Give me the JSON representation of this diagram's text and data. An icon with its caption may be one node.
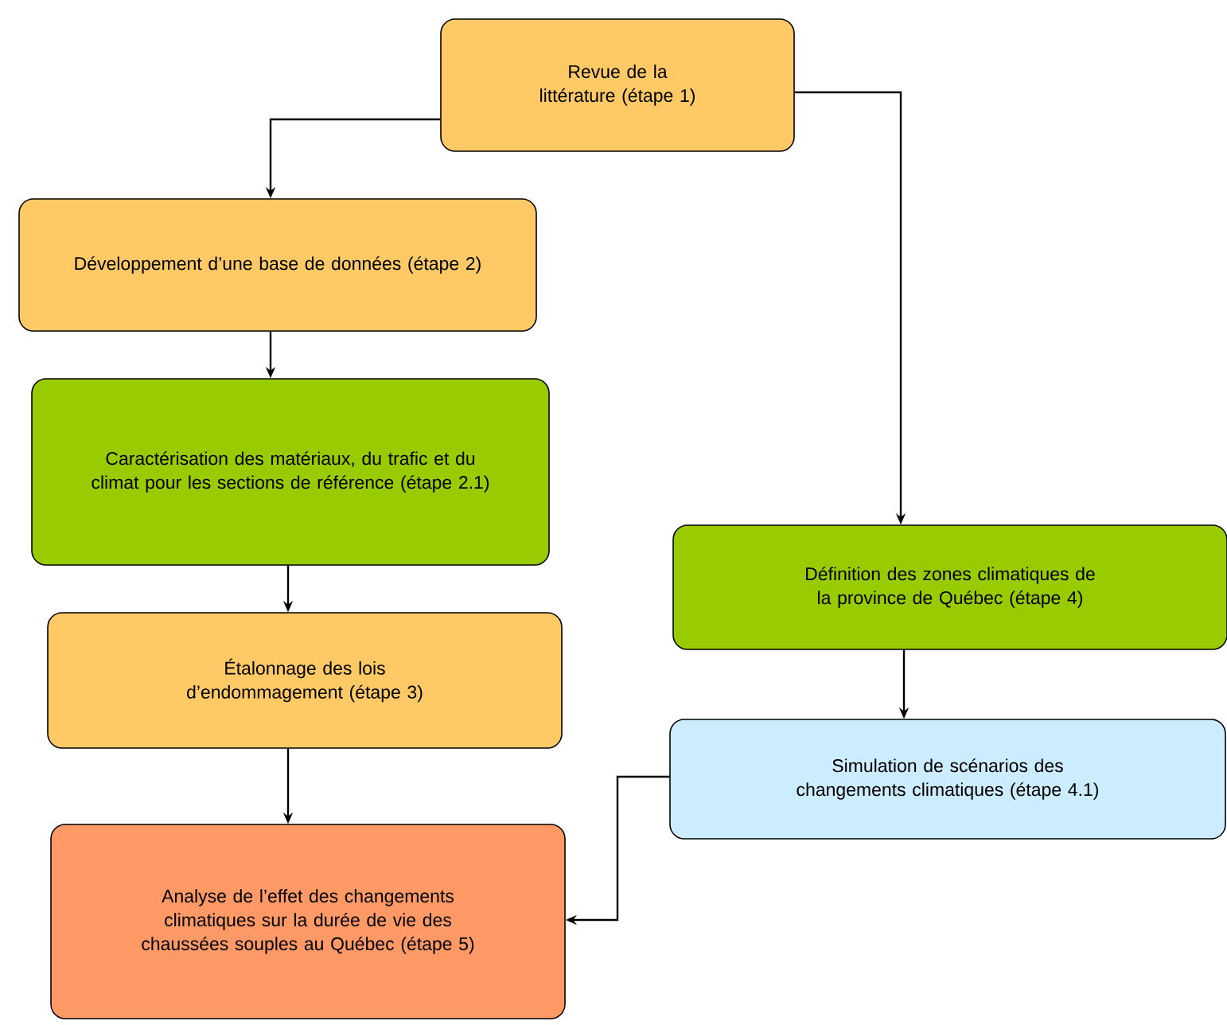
{
  "diagram": {
    "nodes": [
      {
        "text": [
          "Revue de la littérature (étape 1)"
        ]
      },
      {
        "text": [
          "Développement d’une base de données (étape 2)"
        ]
      },
      {
        "text": [
          "Caractérisation des matériaux, du trafic et du climat pour les sections de référence (étape 2.1)"
        ]
      },
      {
        "text": [
          "Étalonnage des lois d’endommagement (étape 3)"
        ]
      },
      {
        "text": [
          "Analyse de l’effet des changements climatiques sur la durée de vie des chaussées souples au Québec (étape 5)"
        ]
      },
      {
        "text": [
          "Définition des zones climatiques de la province de Québec (étape 4)"
        ]
      },
      {
        "text": [
          "Simulation de scénarios des changements climatiques (étape 4.1)"
        ]
      }
    ],
    "edges": [
      {
        "from": 0,
        "to": 1,
        "arrow": "to"
      },
      {
        "from": 0,
        "to": 5,
        "arrow": "to"
      },
      {
        "from": 1,
        "to": 2,
        "arrow": "to"
      },
      {
        "from": 2,
        "to": 3,
        "arrow": "to"
      },
      {
        "from": 3,
        "to": 4,
        "arrow": "to"
      },
      {
        "from": 5,
        "to": 6,
        "arrow": "to"
      },
      {
        "from": 6,
        "to": 4,
        "arrow": "to"
      }
    ]
  }
}
